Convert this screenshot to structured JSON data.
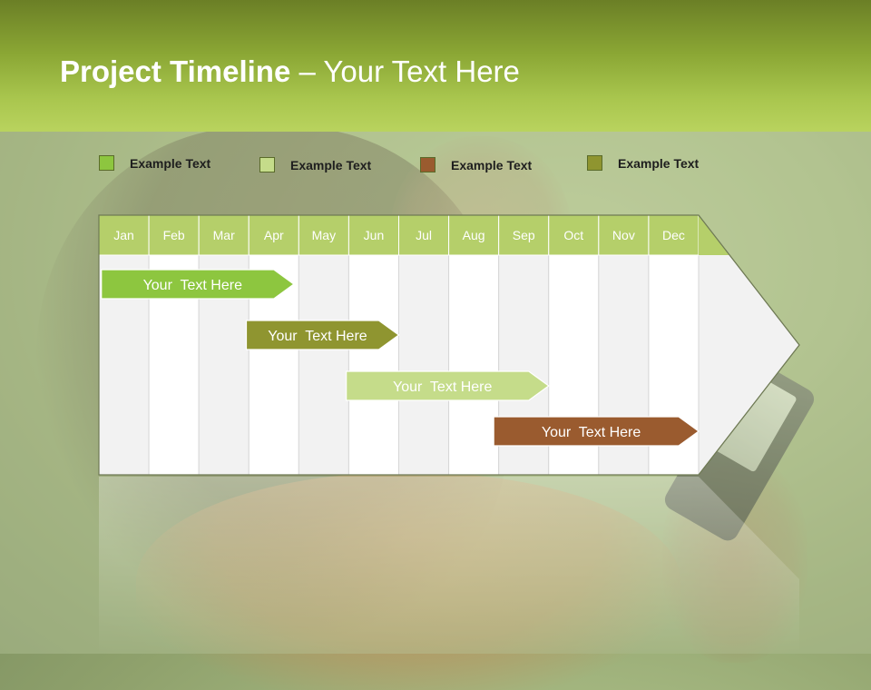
{
  "title": {
    "bold": "Project Timeline",
    "rest": " – Your Text Here"
  },
  "legend": [
    {
      "label": "Example Text",
      "color": "#8dc63f"
    },
    {
      "label": "Example Text",
      "color": "#c5dc8a"
    },
    {
      "label": "Example Text",
      "color": "#9a5b2f"
    },
    {
      "label": "Example Text",
      "color": "#8f9530"
    }
  ],
  "months": [
    "Jan",
    "Feb",
    "Mar",
    "Apr",
    "May",
    "Jun",
    "Jul",
    "Aug",
    "Sep",
    "Oct",
    "Nov",
    "Dec"
  ],
  "tasks": [
    {
      "label": "Your  Text Here",
      "start_month": 0.05,
      "end_month": 3.9,
      "color": "#8dc63f"
    },
    {
      "label": "Your  Text Here",
      "start_month": 2.95,
      "end_month": 6.0,
      "color": "#8f9530"
    },
    {
      "label": "Your  Text Here",
      "start_month": 4.95,
      "end_month": 9.0,
      "color": "#c5dc8a"
    },
    {
      "label": "Your  Text Here",
      "start_month": 7.9,
      "end_month": 12.0,
      "color": "#9a5b2f"
    }
  ],
  "colors": {
    "header_top": "#6b7f26",
    "header_bottom": "#b9d35e",
    "month_header": "#b5cf6a",
    "column_light": "#f2f2f2",
    "column_white": "#ffffff"
  }
}
